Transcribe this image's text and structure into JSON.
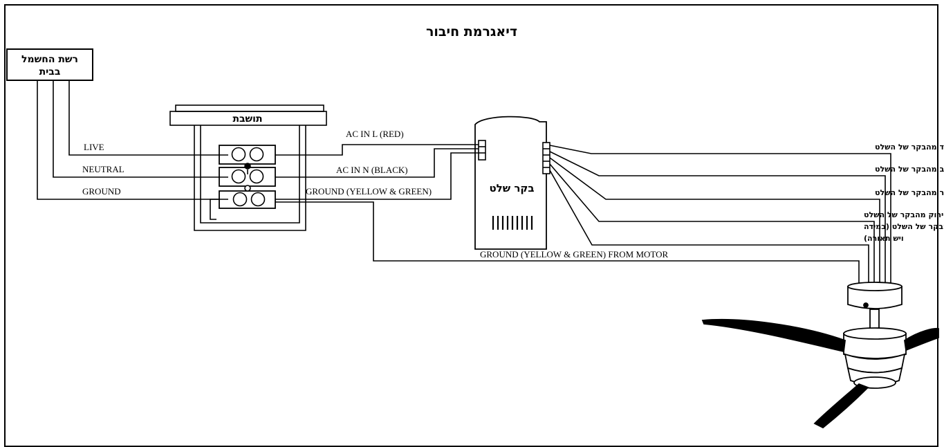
{
  "title": "דיאגרמת חיבור",
  "house_supply": {
    "line1": "רשת החשמל",
    "line2": "בבית"
  },
  "canopy_label": "תושבת",
  "controller_label": "בקר שלט",
  "supply_wires": {
    "live": "LIVE",
    "neutral": "NEUTRAL",
    "ground": "GROUND"
  },
  "controller_inputs": {
    "ac_in_l": "AC IN L (RED)",
    "ac_in_n": "AC IN N (BLACK)",
    "ground": "GROUND (YELLOW & GREEN)"
  },
  "motor_ground": "GROUND (YELLOW & GREEN) FROM MOTOR",
  "fan_wire_notes": [
    "חוט ורוד מהמאוורר לחוט ורוד מהבקר של השלט",
    "חוט צהוב מהמאוורר לחוט צהוב מהבקר של השלט",
    "חוט אפור מהמאוורר לחוט אפור מהבקר של השלט",
    "חוט צהוב-ירוק מהמאוורר לחוט צהוב-ירוק מהבקר של השלט",
    "חוטים שחור & אדום-כחול מהמאוורר לחוטים זהים מהבקר של השלט (במידה",
    "ויש תאורה)"
  ],
  "colors": {
    "line": "#000000",
    "background": "#ffffff"
  }
}
